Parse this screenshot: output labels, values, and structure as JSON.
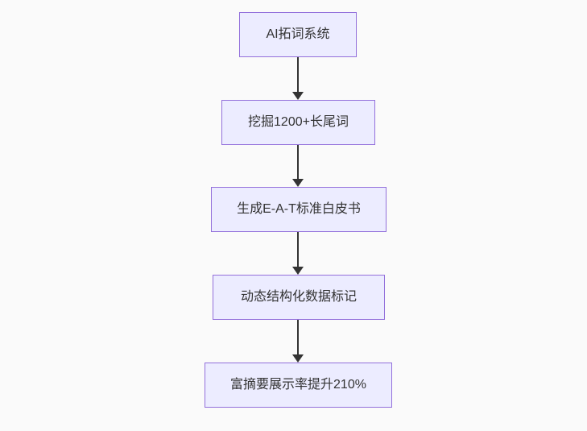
{
  "canvas": {
    "background_color": "#fafafa"
  },
  "diagram": {
    "type": "flowchart",
    "direction": "top-down",
    "style": {
      "node_fill": "#ECECFF",
      "node_border": "#9370DB",
      "text_color": "#333333",
      "arrow_color": "#333333"
    },
    "nodes": [
      {
        "id": "n1",
        "label": "AI拓词系统"
      },
      {
        "id": "n2",
        "label": "挖掘1200+长尾词"
      },
      {
        "id": "n3",
        "label": "生成E-A-T标准白皮书"
      },
      {
        "id": "n4",
        "label": "动态结构化数据标记"
      },
      {
        "id": "n5",
        "label": "富摘要展示率提升210%"
      }
    ],
    "edges": [
      {
        "from": "n1",
        "to": "n2"
      },
      {
        "from": "n2",
        "to": "n3"
      },
      {
        "from": "n3",
        "to": "n4"
      },
      {
        "from": "n4",
        "to": "n5"
      }
    ]
  }
}
